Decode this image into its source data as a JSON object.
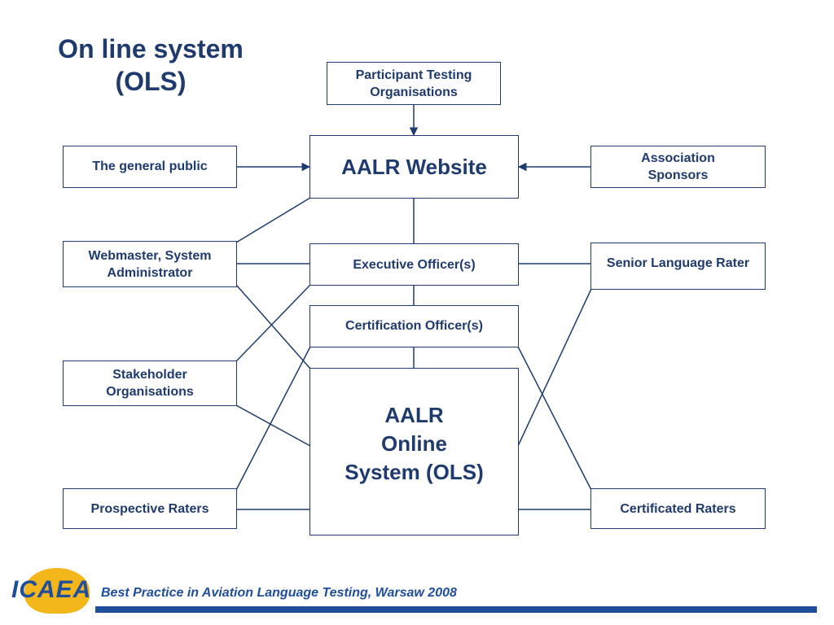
{
  "title": "On line system\n(OLS)",
  "nodes": {
    "participant_testing": "Participant Testing\nOrganisations",
    "aalr_website": "AALR Website",
    "general_public": "The general public",
    "association_sponsors": "Association\nSponsors",
    "webmaster": "Webmaster, System\nAdministrator",
    "executive_officer": "Executive Officer(s)",
    "senior_rater": "Senior Language Rater",
    "certification_officer": "Certification Officer(s)",
    "stakeholder": "Stakeholder\nOrganisations",
    "aalr_ols": "AALR\nOnline\nSystem (OLS)",
    "prospective_raters": "Prospective Raters",
    "certificated_raters": "Certificated Raters"
  },
  "footer": {
    "logo_text": "ICAEA",
    "caption": "Best Practice in Aviation Language Testing, Warsaw 2008"
  },
  "colors": {
    "primary": "#1f3b6e",
    "footer_blue": "#1f4e9c",
    "logo_yellow": "#f3b71b"
  }
}
